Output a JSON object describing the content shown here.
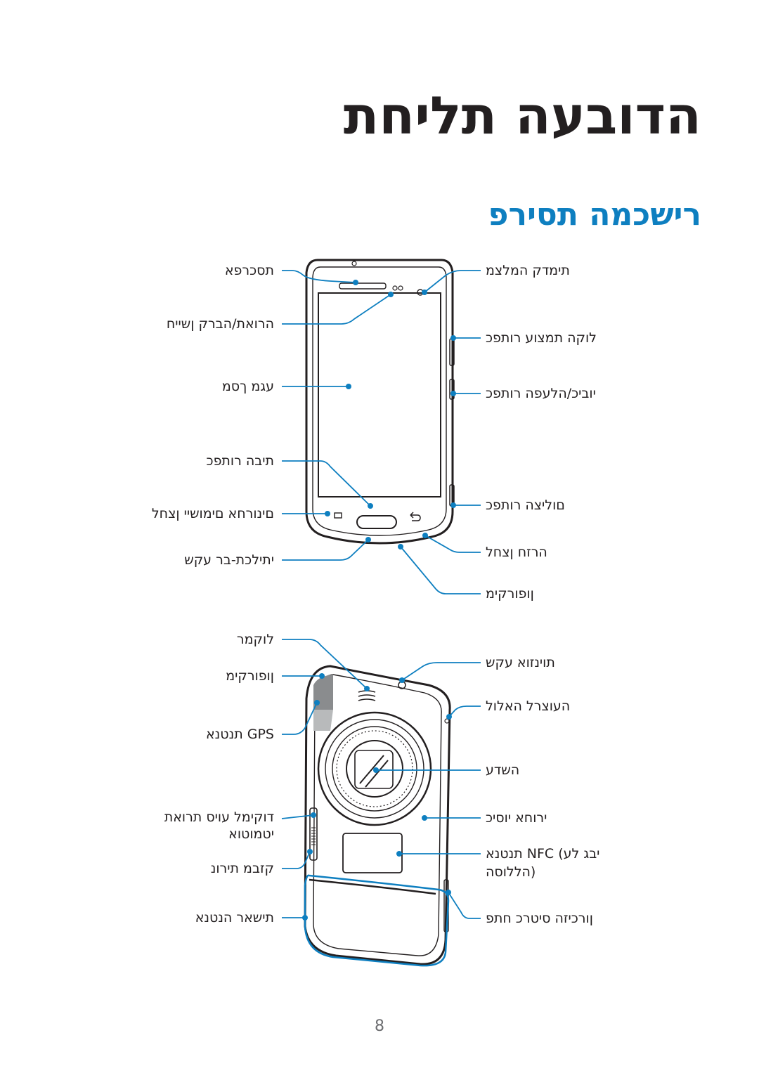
{
  "page": {
    "title": "הדובעה תליחת",
    "section_title": "רישכמה תסירפ",
    "page_number": "8"
  },
  "front_labels": {
    "proximity_sensor": "תסכרפא",
    "light_sensor": "הרואת/הברק ןשייח",
    "touchscreen": "עגמ ךסמ",
    "home_button": "תיבה רותפכ",
    "recent_apps_button": "םינורחא םימושיי ןצחל",
    "headset_jack": "יתילכת-בר עקש",
    "front_camera": "תימדק המלצמ",
    "volume_button": "לוקה תמצוע רותפכ",
    "power_button": "יוביכ/הלעפה רותפכ",
    "shutter_button": "םוליצה רותפכ",
    "back_button": "הרזח ןצחל",
    "microphone": "ןופורקימ"
  },
  "back_labels": {
    "speaker": "לוקמר",
    "microphone": "ןופורקימ",
    "gps_antenna": "GPS תנטנא",
    "flash_line1": "דוקימל עויס תרואת",
    "flash_line2": "יטמוטוא",
    "flash": "קזבמ תירונ",
    "main_antenna": "תישאר הנטנא",
    "headset_jack": "תוינזוא עקש",
    "strap_hole": "העוצרל האלול",
    "lens": "השדע",
    "back_cover": "ירוחא יוסיכ",
    "nfc_line1": "יבג לע) NFC תנטנא",
    "nfc_line2": "(הללוסה",
    "memory_card_slot": "ןורכיזה סיטרכ חתפ"
  },
  "colors": {
    "callout": "#0e7fc0",
    "outline": "#231f20",
    "title": "#231f20",
    "section_title": "#0e7fc0"
  }
}
